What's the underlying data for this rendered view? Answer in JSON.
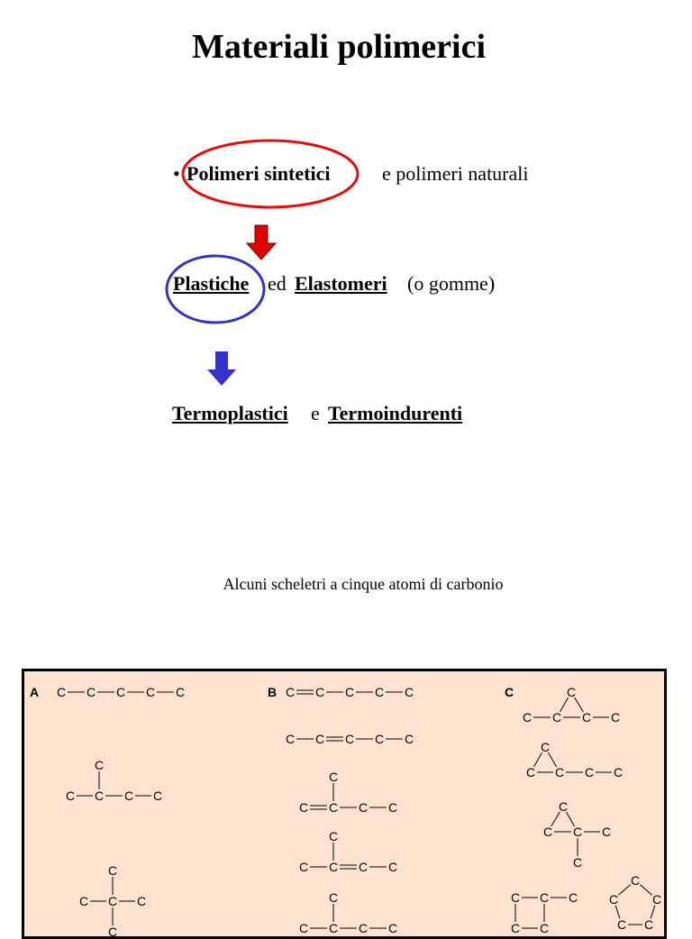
{
  "title": "Materiali polimerici",
  "line1": {
    "bullet": "•",
    "highlight": "Polimeri sintetici",
    "rest": "e polimeri naturali"
  },
  "line2": {
    "term1": "Plastiche",
    "mid": "ed",
    "term2": "Elastomeri",
    "paren": "(o gomme)"
  },
  "line3": {
    "term1": "Termoplastici",
    "mid": "e",
    "term2": "Termoindurenti"
  },
  "caption": "Alcuni scheletri a cinque atomi di carbonio",
  "panel": {
    "label_a": "A",
    "label_b": "B",
    "label_c": "C",
    "atom": "C"
  },
  "colors": {
    "red_arrow": "#e00000",
    "blue_arrow": "#3333cc",
    "red_ellipse": "#e01010",
    "blue_ellipse": "#3333bb",
    "panel_bg": "#fde3cf"
  }
}
